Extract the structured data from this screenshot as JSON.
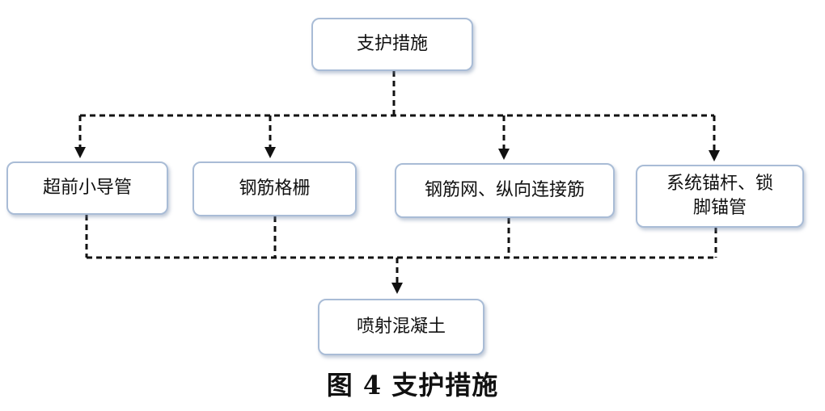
{
  "diagram": {
    "top_node": "支护措施",
    "branch_nodes": [
      "超前小导管",
      "钢筋格栅",
      "钢筋网、纵向连接筋",
      "系统锚杆、锁\n脚锚管"
    ],
    "bottom_node": "喷射混凝土"
  },
  "caption": "图 4  支护措施"
}
